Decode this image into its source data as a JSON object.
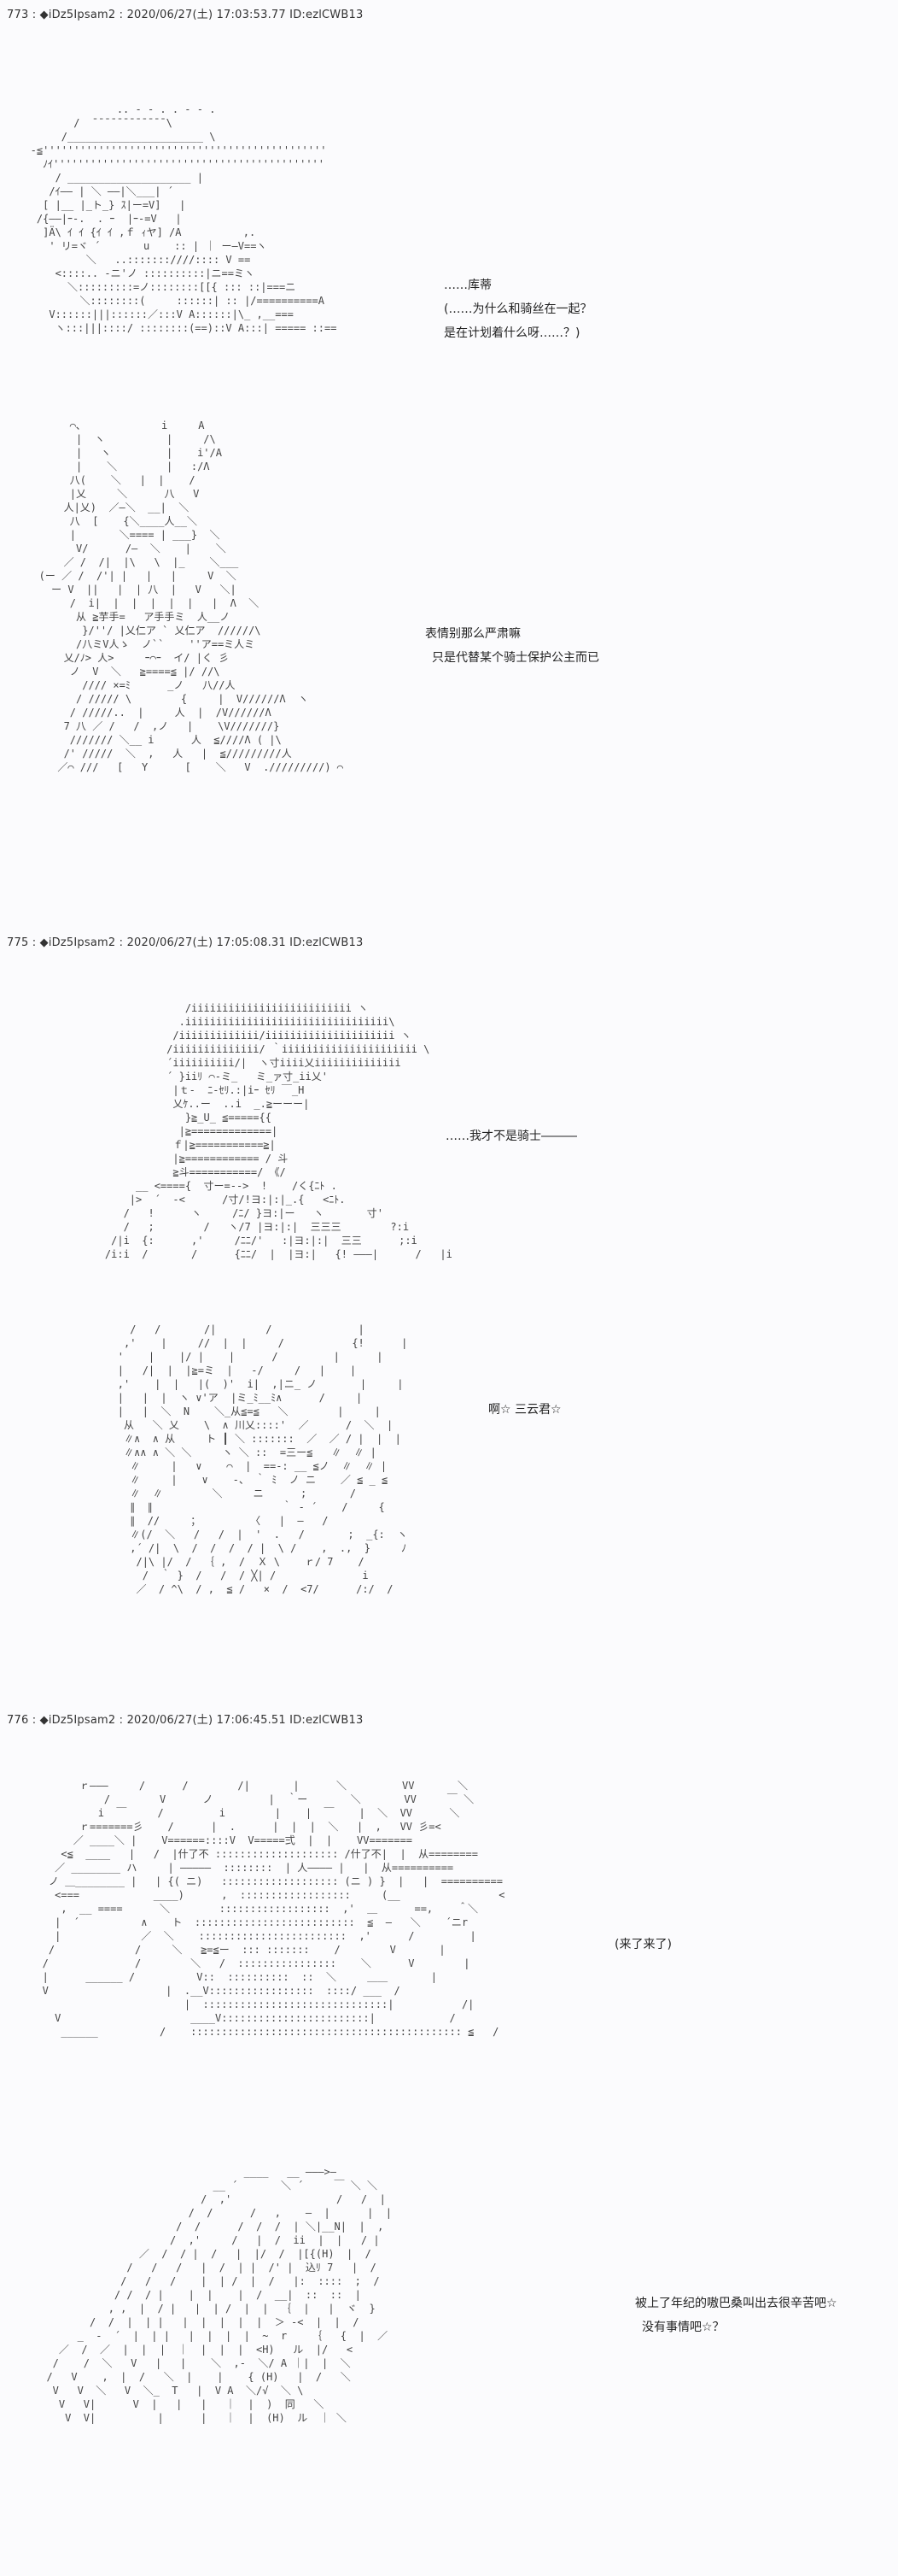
{
  "posts": [
    {
      "header": "773 : ◆iDz5Ipsam2 : 2020/06/27(土) 17:03:53.77 ID:ezlCWB13",
      "panels": [
        {
          "lines": [
            "……库蒂",
            "(……为什么和骑丝在一起？",
            "是在计划着什么呀……？)"
          ],
          "art": "                 .. - - . . - - .\n          /  ̄ ̄ ̄ ̄ ̄ ̄ ̄ ̄ ̄ ̄ ̄ ̄ \\\n        /______________________ \\\n   -≦''''''''''''''''''''''''''''''''''''''''''''''\n     ﾉｲ''''''''''''''''''''''''''''''''''''''''''''\n       / ____________________ |\n      /ｲ―― | ＼ ――|＼___| ´\n     [ |__ |_ト_} ｽ|ー=V]   |\n    /{――|ｰ-.  . ｰ  |ｰ-=V   |\n     ]Ä\\ ｲ ｲ {ｲ ｲ ,ｆ ｨヤ] /A          ,.\n      ' リ=ヾ ´       u    :: | ｜ ー―V==ヽ\n            ＼   ..:::::::////:::: V ==\n       <::::.. -ニ'ノ ::::::::::|ニ==ミヽ\n         ＼:::::::::=ノ::::::::[[{ ::: ::|===ニ\n           ＼::::::::(     ::::::| :: |/==========A\n      V::::::|||::::::／:::V A::::::|\\_ ,__===\n       ヽ:::|||::::/ ::::::::(==)::V A:::| ===== ::=="
        },
        {
          "lines": [
            "表情别那么严肃嘛",
            "只是代替某个骑士保护公主而已"
          ],
          "art": "        ⌒､             i     A\n         |  ヽ          |     /\\\n         |   ヽ         |    i'/A\n         |    ＼        |   :/Λ\n        八(    ＼   |  |    /\n        |乂     ＼      八   V\n       人|乂)  ／―＼  __|  ＼\n        八  [    {＼____人__＼\n        |       ＼==== | ___}  ＼\n         V/      /―  ＼    |    ＼\n       ／ /  /|  |\\   \\  |_    ＼___\n   (ー ／ /  /'| |   |   |     V  ＼\n     ー V  ||   |  | 八  |   V   ＼|\n        /  i|  |  |  |  |  |   |  Λ  ＼\n         从 ≧芋手=   ア手手ミ  人__ノ\n          }/''/ |乂仁ア ` 乂仁ア  //////\\\n         /八ミV人ゝ  ノ``    ''ア==ミ人ミ\n       乂/ﾉ> 人>     ｰ⌒ｰ  イ/ |く 彡\n        ノ  V  ＼   ≧====≦ |/ //\\\n          //// ×=ﾐ      _ノ   八//人\n         / ///// \\        {     |  V//////Λ  ヽ\n        / /////..  |     人  |  /V//////Λ\n       7 八 ／ /   /  ,ノ   |    \\V///////}\n        /////// ＼__ i      人  ≦////Λ ( |\\\n       /' /////  ＼  ,   人   |  ≦/////////人\n      ／⌒ ///   [   Y      [    ＼   V  ./////////) ⌒"
        }
      ]
    },
    {
      "header": "775 : ◆iDz5Ipsam2 : 2020/06/27(土) 17:05:08.31 ID:ezlCWB13",
      "panels": [
        {
          "lines": [
            "……我才不是骑士―――"
          ],
          "art": "                 /iiiiiiiiiiiiiiiiiiiiiiiiii ヽ\n                .iiiiiiiiiiiiiiiiiiiiiiiiiiiiiiiii\\\n               /iiiiiiiiiiiii/iiiiiiiiiiiiiiiiiiiii ヽ\n              /iiiiiiiiiiiiii/ ｀iiiiiiiiiiiiiiiiiiiiii \\\n              ´iiiiiiiiii/|  ヽ寸iiii乂iiiiiiiiiiiiii\n              ´ }iiﾘ ⌒-ミ_   ミ_ァ寸_ii乂'\n               |ｔ-  ﾆ-ｾﾘ.:|iｰ ｾﾘ ￣_H\n               乂ｹ..ー  ..i  _.≧ーーー|\n                 }≧_U_ ≦====={{\n                |≧=============|\n               ｆ|≧===========≧|\n               |≧============ / 斗\n               ≧斗===========/ 《/\n         __ <===={  寸ー=-->  !    /く{ﾆﾄ .\n        |>  ´  -<      /寸/!ヨ:|:|_.{   <ﾆﾄ.\n       /   !      ヽ     /ﾆ/ }ヨ:|ー   ヽ       寸'\n       /   ;        /   ヽ/7 |ヨ:|:|  三三三        ?:i\n     /|i  {:      ,'     /ﾆﾆ/'   :|ヨ:|:|  三三      ;:i\n    /i:i  /       /      {ﾆﾆ/  |  |ヨ:|   {! ―――|      /   |i"
        },
        {
          "lines": [
            "啊☆ 三云君☆"
          ],
          "art": "          /   /       /|        /              |\n         ,'    |     //  |  |     /           {!      |\n        '    |    |/ |    |      /         |      |\n        |   /|  |  |≧=ミ  |   -/     /   |    |\n        ,'    |  |   |(  )'  i|  ,|ニ_ ノ       |     |\n        |   |  |  ヽ ∨'ア  |ミ_ﾐ__ﾐ∧      /     |\n        |   |  ＼  N    ＼_从≦=≦   ＼        |     |\n         从   ＼ 乂    \\  ∧ 川乂::::'  ／      /  ＼  |\n         ∥∧  ∧ 从     ト ┃ ＼ :::::::  ／  ／ / |  |  |\n         ∥∧∧ ∧ ＼ ＼     ヽ ＼ ::  =三ー≦   ∥  ∥ |\n          ∥     |   ∨    ⌒  |  ==-: __ ≦ノ  ∥  ∥ |\n          ∥     |    ∨    -、 ｀ ﾐ  ノ ニ    ／ ≦ _ ≦\n          ∥  ∥        ＼     ニ      ;       /\n          ∥  ∥                     ｀ - ´    /     {\n          ∥  //     ；        〈   |  ―   /\n          ∥(/  ＼   /   /  |  '  .   /       ;  _{:  ヽ\n          ,´ /|  \\  /  /  /  / |  \\ /    ,  .,  }     ﾉ\n           /|\\ |/  /  ｛ ,  /  Ｘ \\    ｒ/ 7    /\n            /  ｀ }  /   /  / ╳| /              i\n           ／  / ^\\  / ,  ≦ /   ×  /  <7/      /:/  /"
        }
      ]
    },
    {
      "header": "776 : ◆iDz5Ipsam2 : 2020/06/27(土) 17:06:45.51 ID:ezlCWB13",
      "panels": [
        {
          "lines": [
            "(来了来了)"
          ],
          "art": "         ｒ―――     /      /        /|       |      ＼         VV       ＼\n             /        V      ノ         |  ｀ー       ＼       VV     ￣ ＼\n            i  ￣     /         i        |    |  ￣    |  ＼  VV      ＼\n         ｒ=======彡    /      |  .      |  |  |  ＼   |  ,   VV 彡=<\n        ／ ____＼ |    V======::::V  V=====弍  |  |    VV=======\n      <≦  ____   |   /  |什了不 :::::::::::::::::::: /什了不|  |  从========\n     ／ ________ ハ     | ―――――  ::::::::  | 人―――― |   |  从==========\n    ノ ＿________ |   | {( ニ)   ::::::::::::::::::: (ニ ) }  |   |  ==========\n     <===            ____)      ,  ::::::::::::::::::     (__                <\n      ,  __ ====      ＼        ::::::::::::::::::  ,'  ＿      ==,    ＾＼\n     |  ´          ∧    ト  ::::::::::::::::::::::::::  ≦  ―   ＼    ´ニr\n     |             ／  ＼    ::::::::::::::::::::::::  ,'      /         |\n    /             /     ＼   ≧=≦ー  ::: :::::::    /        V       |\n   /              /        ＼   /  ::::::::::::::::    ＼      V        |\n   |      ______ /          V::  ::::::::::  ::  ＼     ＿＿       |\n   V                   |  .__V:::::::::::::::::  ::::/ ___  /\n                          |  ::::::::::::::::::::::::::::::|           /|\n     V                     ____V::::::::::::::::::::::::|            /\n      ______          /    :::::::::::::::::::::::::::::::::::::::::::: ≦   /"
        },
        {
          "lines": [
            "被上了年纪的嗷巴桑叫出去很辛苦吧☆",
            "没有事情吧☆？"
          ],
          "art": "                                  ____   __ ―――>―\n                             __ ´       ＼ ´     ￣ ＼ ＼\n                           /  ,'                 /   /  |\n                         /  /      /   ,    ―  |      |  |\n                       /  /      /  /  /  | ＼|__N|  |  ,\n                      /  ,'     /   |  /  ii  |  |   / |\n                 ／  /  / |  /   |  |/  /  |[{(H)  |  /\n               /   /   /   |  /  | |  /' |  込ﾘ 7   |  /\n              /   /   /    |  | /  |  /   |:  ::::  ;  /\n             / /  / |    |  |    |  /  __|  ::  ::  |\n            , ,  |  / |   |  | /  |  |  ｛  |   |  ヾ  }\n         /  /  |  | |   |  |  |  |  |  ＞ -<  |  |  /\n       _  -  ´  |  | |   |  |  |  |  ~  r    ｛   {  |  ／\n    ／  /  ／  |  |  |  ｜  |  |  |  <H)   ル  |/   <\n   /    /  ＼   V   |   |    ＼  ,-  ＼/ A ｜|  |  ＼\n  /   V    ,  |  /   ＼  |    |    { (H)   |  /   ＼\n   V   V  ＼   V  ＼_  T   |  V A  ＼/√  ＼ \\\n    V   V|      V  |   |   |   ｜  |  )  同   ＼\n     V  V|          |      |   ｜  |  (H)  ル  ｜ ＼"
        }
      ]
    }
  ]
}
